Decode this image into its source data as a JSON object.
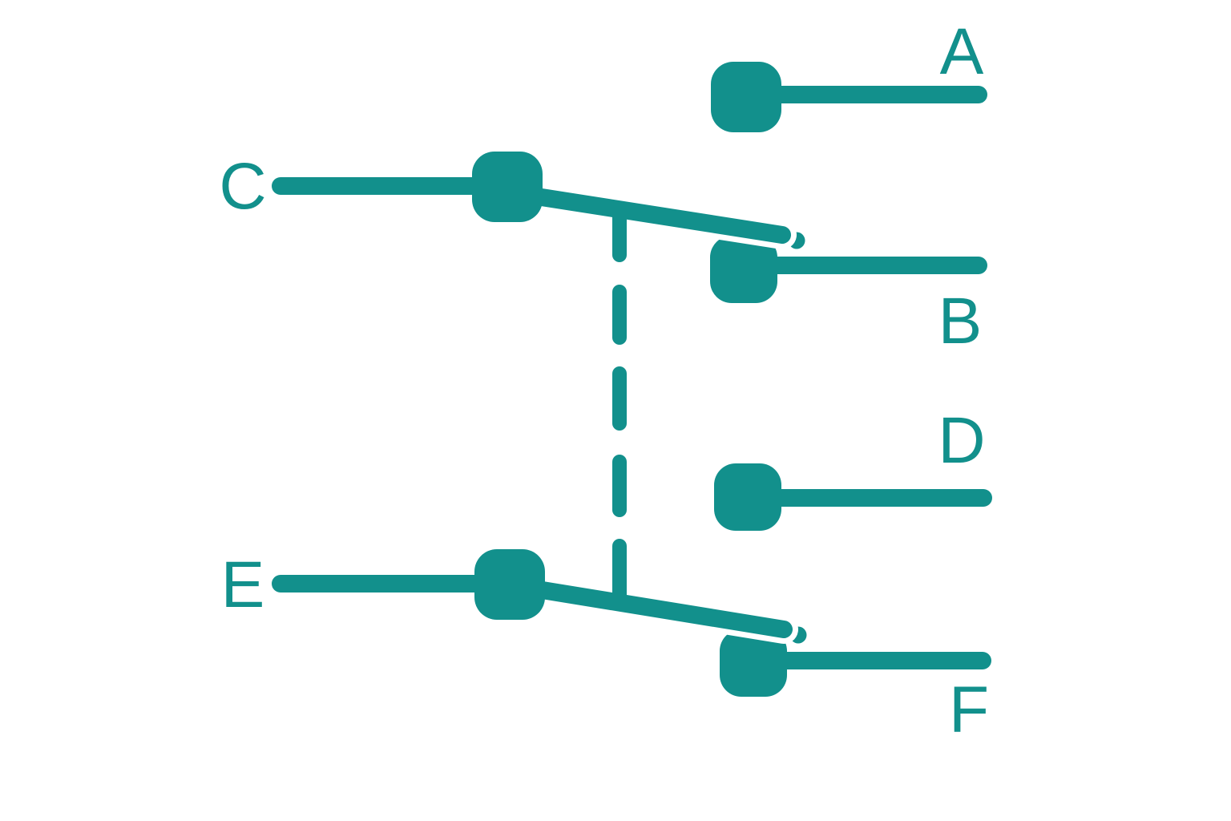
{
  "diagram": {
    "kind": "double-pole changeover switch schematic",
    "colors": {
      "line": "#12908c",
      "background": "#ffffff"
    },
    "labels": {
      "a": "A",
      "b": "B",
      "c": "C",
      "d": "D",
      "e": "E",
      "f": "F"
    }
  }
}
